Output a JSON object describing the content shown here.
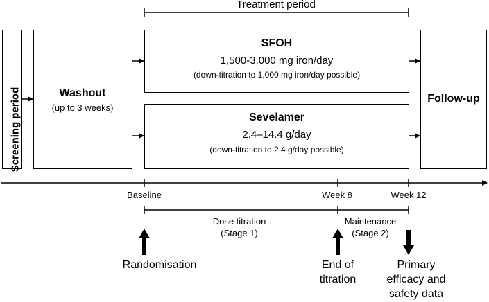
{
  "treatment_period": "Treatment period",
  "screening": "Screening period",
  "washout": {
    "title": "Washout",
    "subtitle": "(up to 3 weeks)"
  },
  "sfoh": {
    "title": "SFOH",
    "dose": "1,500-3,000 mg iron/day",
    "note": "(down-titration to 1,000 mg iron/day possible)"
  },
  "sevelamer": {
    "title": "Sevelamer",
    "dose": "2.4–14.4 g/day",
    "note": "(down-titration to 2.4 g/day possible)"
  },
  "followup": "Follow-up",
  "timeline": {
    "baseline": "Baseline",
    "week8": "Week 8",
    "week12": "Week 12"
  },
  "phases": {
    "dose_titration": "Dose titration",
    "stage1": "(Stage 1)",
    "maintenance": "Maintenance",
    "stage2": "(Stage 2)"
  },
  "events": {
    "randomisation": "Randomisation",
    "end_line1": "End of",
    "end_line2": "titration",
    "primary_line1": "Primary",
    "primary_line2": "efficacy and",
    "primary_line3": "safety data"
  }
}
